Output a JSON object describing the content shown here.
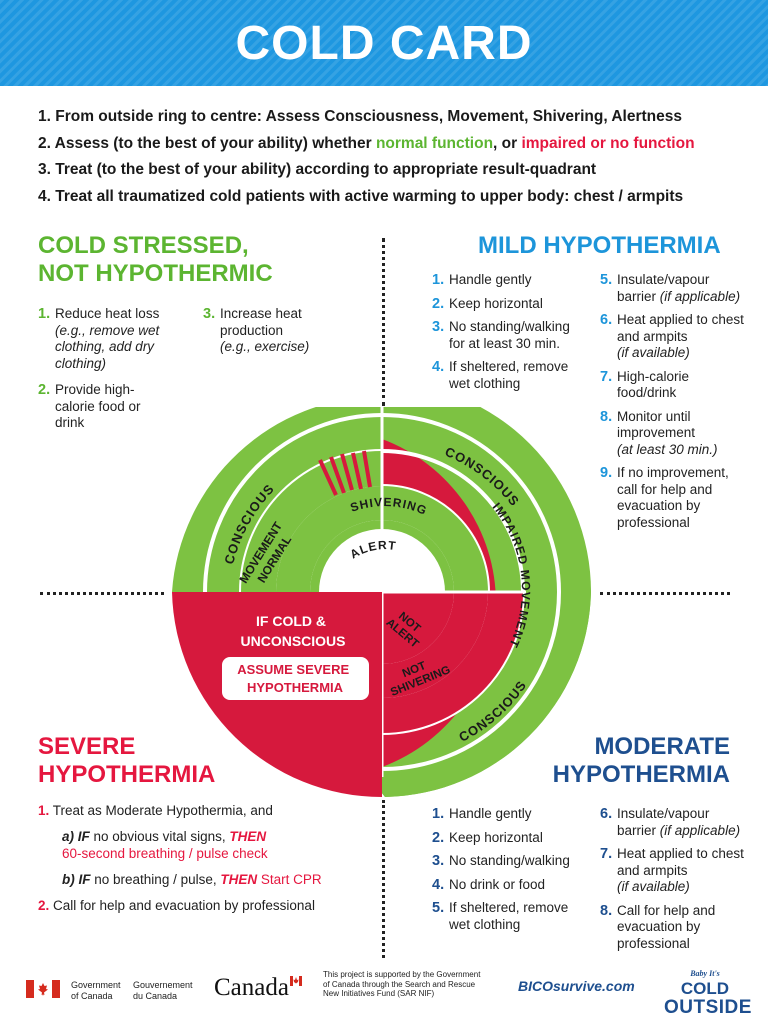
{
  "header": {
    "title": "COLD CARD"
  },
  "steps": [
    {
      "num": "1.",
      "text": "From outside ring to centre: Assess Consciousness, Movement, Shivering, Alertness"
    },
    {
      "num": "2.",
      "text_a": "Assess (to the best of your ability) whether ",
      "normal": "normal function",
      "text_b": ", or ",
      "impaired": "impaired or no function"
    },
    {
      "num": "3.",
      "text": "Treat (to the best of your ability) according to appropriate result-quadrant"
    },
    {
      "num": "4.",
      "text": "Treat all traumatized cold patients with active warming to upper body: chest / armpits"
    }
  ],
  "cold_stressed": {
    "title_line1": "COLD STRESSED,",
    "title_line2": "NOT HYPOTHERMIC",
    "items": [
      {
        "num": "1.",
        "text": "Reduce heat loss",
        "note": "(e.g., remove wet clothing, add dry clothing)"
      },
      {
        "num": "2.",
        "text": "Provide high-calorie food or drink"
      },
      {
        "num": "3.",
        "text": "Increase heat production",
        "note": "(e.g., exercise)"
      }
    ]
  },
  "mild": {
    "title": "MILD HYPOTHERMIA",
    "items_left": [
      {
        "num": "1.",
        "text": "Handle gently"
      },
      {
        "num": "2.",
        "text": "Keep horizontal"
      },
      {
        "num": "3.",
        "text": "No standing/walking for at least 30 min."
      },
      {
        "num": "4.",
        "text": "If sheltered, remove wet clothing"
      }
    ],
    "items_right": [
      {
        "num": "5.",
        "text": "Insulate/vapour barrier",
        "note": "(if applicable)"
      },
      {
        "num": "6.",
        "text": "Heat applied to chest and armpits",
        "note": "(if available)"
      },
      {
        "num": "7.",
        "text": "High-calorie food/drink"
      },
      {
        "num": "8.",
        "text": "Monitor until improvement",
        "note": "(at least 30 min.)"
      },
      {
        "num": "9.",
        "text": "If no improvement, call for help and evacuation by professional"
      }
    ]
  },
  "severe": {
    "title_line1": "SEVERE",
    "title_line2": "HYPOTHERMIA",
    "item1": {
      "num": "1.",
      "text": "Treat as Moderate Hypothermia, and"
    },
    "sub_a": {
      "label": "a)",
      "if": "IF",
      "cond": " no obvious vital signs, ",
      "then": "THEN",
      "action": "60-second breathing / pulse check"
    },
    "sub_b": {
      "label": "b)",
      "if": "IF",
      "cond": " no breathing / pulse, ",
      "then": "THEN",
      "action": " Start CPR"
    },
    "item2": {
      "num": "2.",
      "text": "Call for help and evacuation by professional"
    }
  },
  "moderate": {
    "title_line1": "MODERATE",
    "title_line2": "HYPOTHERMIA",
    "items_left": [
      {
        "num": "1.",
        "text": "Handle gently"
      },
      {
        "num": "2.",
        "text": "Keep horizontal"
      },
      {
        "num": "3.",
        "text": "No standing/walking"
      },
      {
        "num": "4.",
        "text": "No drink or food"
      },
      {
        "num": "5.",
        "text": "If sheltered, remove wet clothing"
      }
    ],
    "items_right": [
      {
        "num": "6.",
        "text": "Insulate/vapour barrier",
        "note": "(if applicable)"
      },
      {
        "num": "7.",
        "text": "Heat applied to chest and armpits",
        "note": "(if available)"
      },
      {
        "num": "8.",
        "text": "Call for help and evacuation by professional"
      }
    ]
  },
  "diagram": {
    "conscious_left": "CONSCIOUS",
    "conscious_right": "CONSCIOUS",
    "conscious_bottom": "CONSCIOUS",
    "movement_normal_1": "MOVEMENT",
    "movement_normal_2": "NORMAL",
    "shivering": "SHIVERING",
    "alert": "ALERT",
    "impaired_movement": "IMPAIRED MOVEMENT",
    "not_alert_1": "NOT",
    "not_alert_2": "ALERT",
    "not_shivering_1": "NOT",
    "not_shivering_2": "SHIVERING",
    "unconscious_1": "IF COLD &",
    "unconscious_2": "UNCONSCIOUS",
    "assume_1": "ASSUME SEVERE",
    "assume_2": "HYPOTHERMIA"
  },
  "footer": {
    "gov_en_1": "Government",
    "gov_en_2": "of Canada",
    "gov_fr_1": "Gouvernement",
    "gov_fr_2": "du Canada",
    "wordmark": "Canada",
    "support_1": "This project is supported by the Government",
    "support_2": "of Canada through the Search and Rescue",
    "support_3": "New Initiatives Fund (SAR NIF)",
    "website": "BICOsurvive.com",
    "logo_1": "Baby It's",
    "logo_2": "COLD",
    "logo_3": "OUTSIDE"
  },
  "colors": {
    "header_blue": "#1e97e0",
    "green": "#7dc242",
    "red": "#d6193d",
    "navy": "#1e4f8f"
  }
}
